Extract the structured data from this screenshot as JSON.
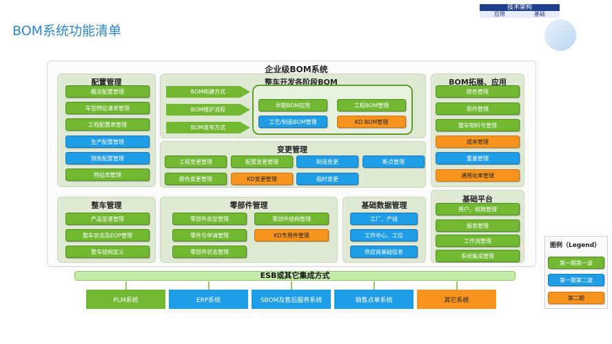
{
  "header": {
    "title": "BOM系统功能清单",
    "tab_top": "技术架构",
    "tab_left": "应用",
    "tab_right": "基础"
  },
  "main_title": "企业级BOM系统",
  "config_mgmt": {
    "title": "配置管理",
    "items": [
      "概念配置管理",
      "车型特征清单管理",
      "工程配置表管理",
      "生产配置管理",
      "销售配置管理",
      "特征库管理"
    ]
  },
  "stage_bom": {
    "title": "整车开发各阶段BOM",
    "arrows": [
      "BOM构建方式",
      "BOM维护流程",
      "BOM发布方式"
    ],
    "items": [
      "早期BOM应用",
      "工程BOM管理",
      "工艺/制造BOM管理",
      "KD BOM管理"
    ]
  },
  "change_mgmt": {
    "title": "变更管理",
    "items": [
      "工程变更管理",
      "配置变更管理",
      "制造变更",
      "断点管理",
      "颜色变更管理",
      "KD变更管理",
      "临时变更"
    ]
  },
  "bom_ext": {
    "title": "BOM拓展、应用",
    "items": [
      "颜色管理",
      "软件管理",
      "整车物料号管理",
      "成本管理",
      "重量管理",
      "通用化率管理"
    ]
  },
  "vehicle_mgmt": {
    "title": "整车管理",
    "items": [
      "产品型谱管理",
      "整车状态及EOP管理",
      "整车结构定义"
    ]
  },
  "parts_mgmt": {
    "title": "零部件管理",
    "items": [
      "零部件类型管理",
      "零部件结构管理",
      "零件号申请管理",
      "KD专用件管理",
      "零部件状态管理"
    ]
  },
  "base_data": {
    "title": "基础数据管理",
    "items": [
      "工厂、产线",
      "工作中心、工位",
      "供应商基础信息"
    ]
  },
  "platform": {
    "title": "基础平台",
    "items": [
      "用户、权限管理",
      "报表管理",
      "工作流管理",
      "系统集成管理"
    ]
  },
  "legend": {
    "title": "图例（Legend）",
    "items": [
      "第一期第一波",
      "第一期第二波",
      "第二期"
    ]
  },
  "esb": "ESB或其它集成方式",
  "systems": [
    "PLM系统",
    "ERP系统",
    "SBOM及售后服务系统",
    "销售点单系统",
    "其它系统"
  ],
  "colors": {
    "green": "#72b833",
    "blue": "#1f9de6",
    "orange": "#f7941d",
    "panel": "#dfe9d4",
    "title_blue": "#2f86c8",
    "tab_navy": "#1f3f8a"
  }
}
